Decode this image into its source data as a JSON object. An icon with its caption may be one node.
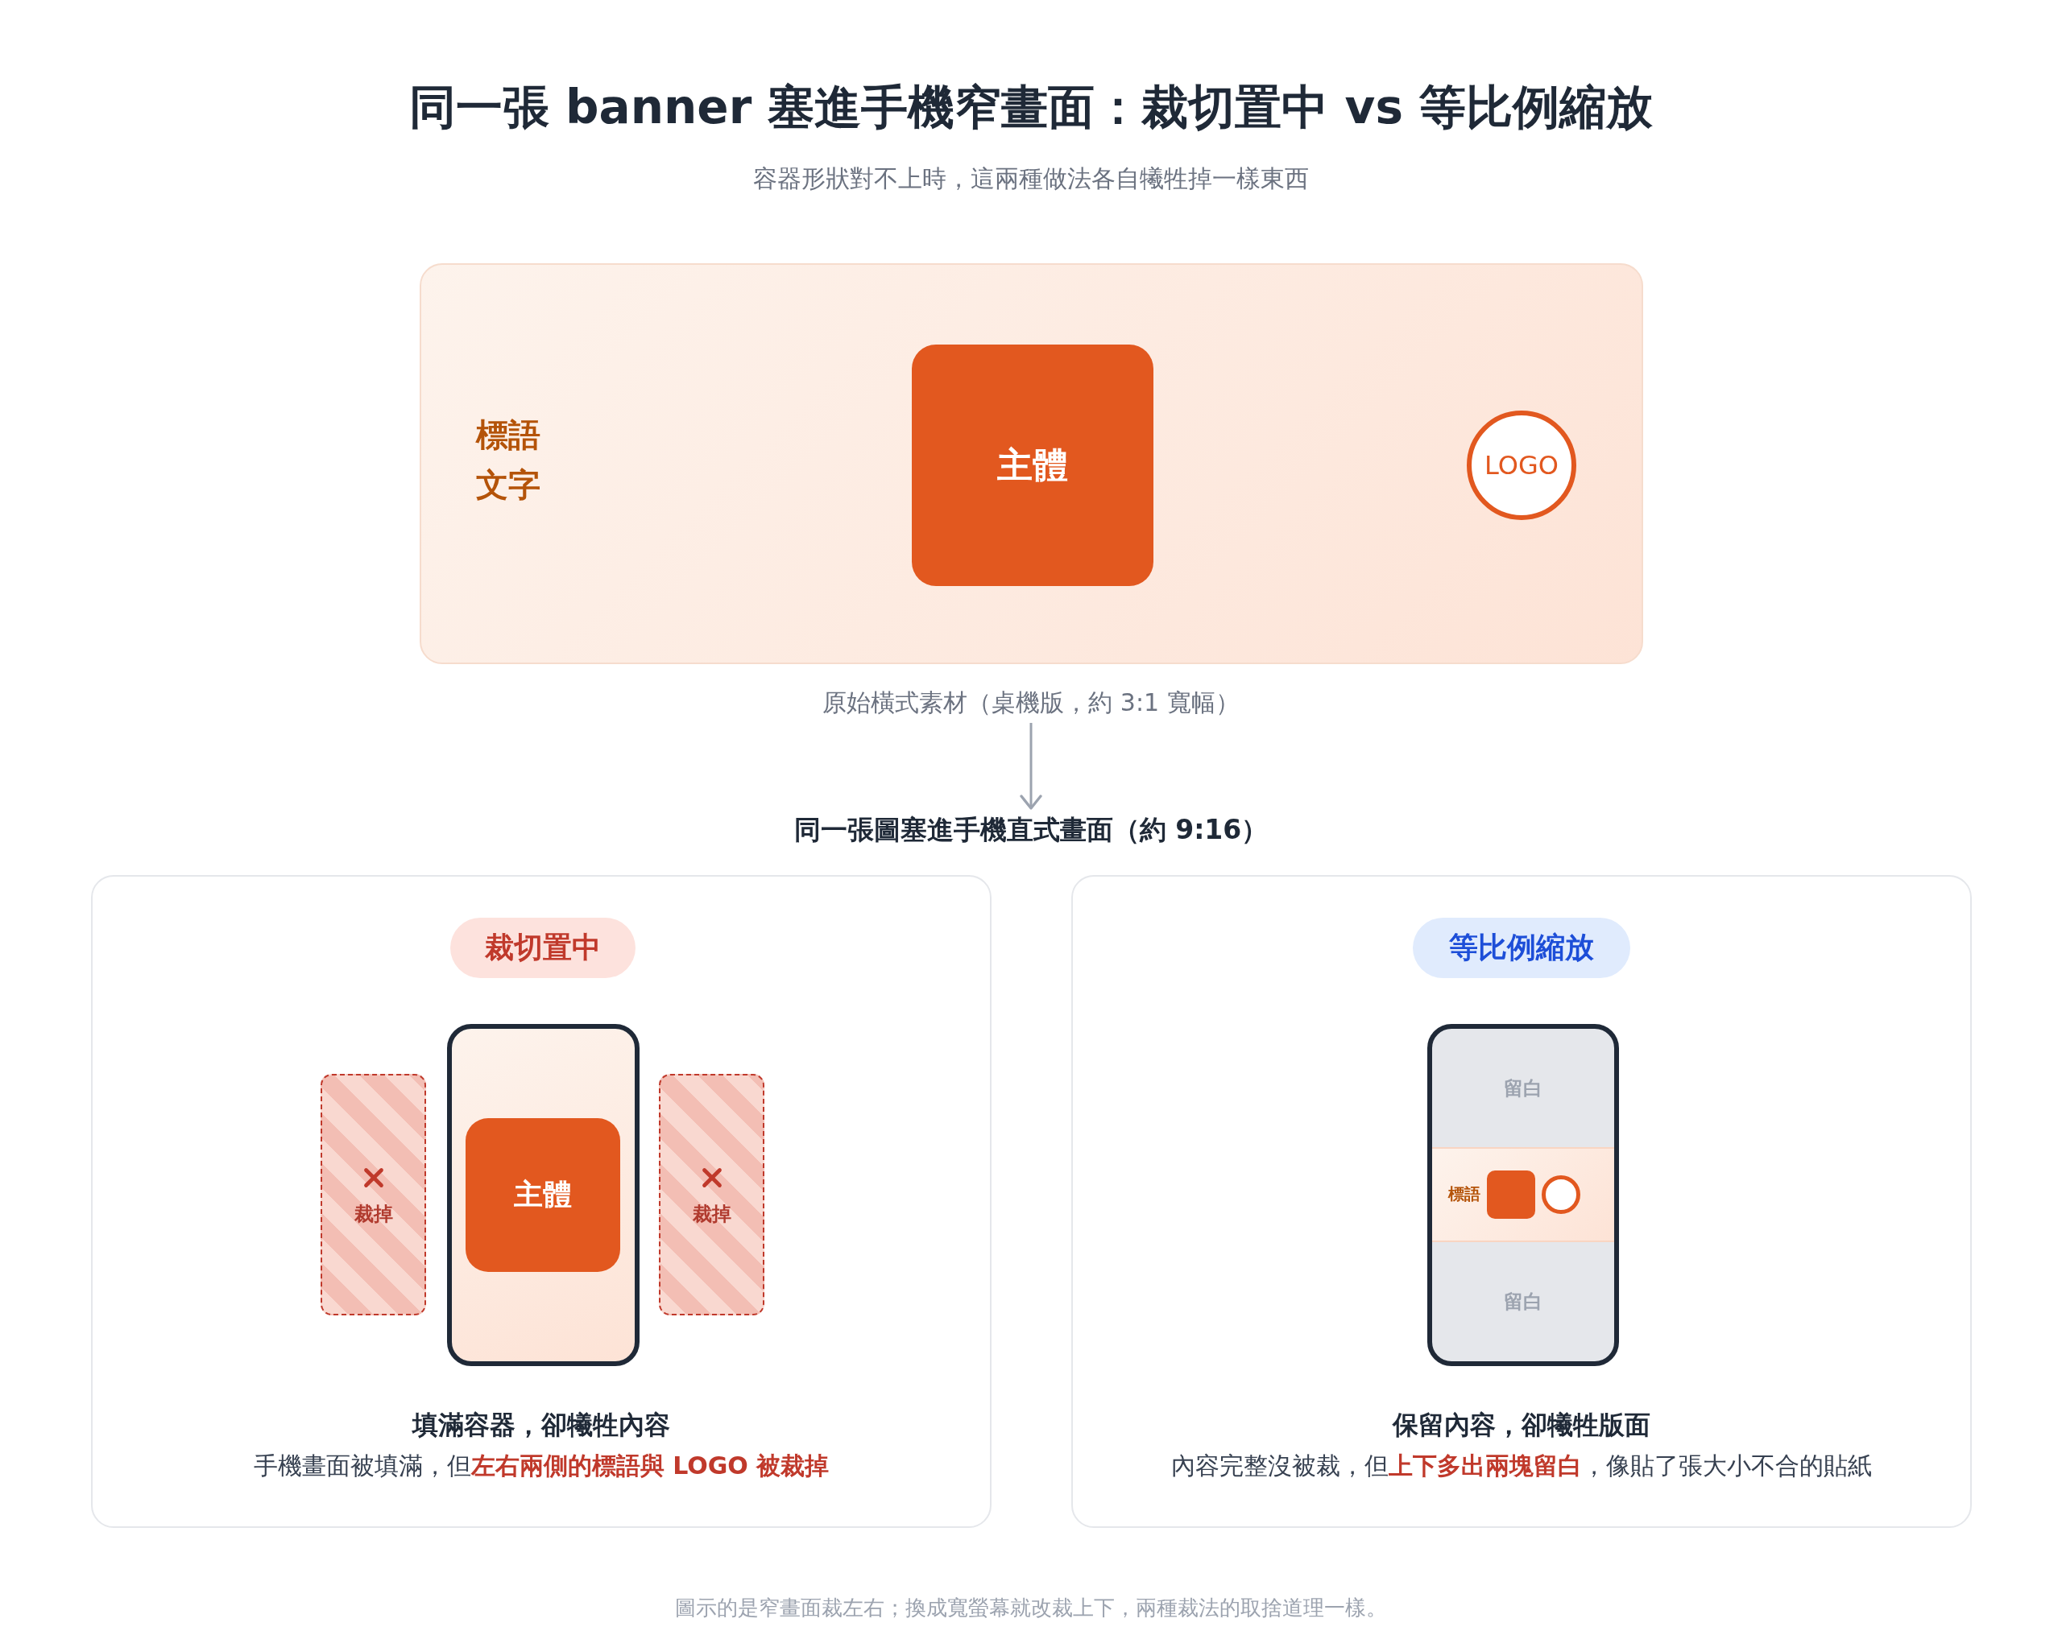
{
  "diagram": {
    "title": "同一張 banner 塞進手機窄畫面：裁切置中 vs 等比例縮放",
    "caption": "圖示的是窄畫面裁左右；換成寬螢幕就改裁上下，兩種裁法的取捨道理一樣。",
    "nodes": [
      {
        "text": [],
        "shape": "box"
      },
      {
        "text": [
          "主體"
        ],
        "in": 0
      },
      {
        "text": [
          "LOGO"
        ],
        "in": 0
      },
      {
        "text": [
          "原始橫式素材（桌機版，約 3:1 寬幅）"
        ]
      },
      {
        "text": [
          "同一張圖塞進手機直式畫面（約 9:16）"
        ]
      },
      {
        "text": [
          "填滿容器，卻犧牲內容",
          "手機畫面被填滿，但**左右兩側的標語與 LOGO 被裁掉**"
        ]
      },
      {
        "text": [
          "裁切置中"
        ],
        "in": 5
      },
      {
        "text": [
          "裁掉"
        ],
        "in": 5
      },
      {
        "text": [],
        "shape": "box",
        "in": 5
      },
      {
        "text": [
          "主體"
        ],
        "in": 8
      },
      {
        "text": [
          "裁掉"
        ],
        "in": 5
      },
      {
        "text": [
          "保留內容，卻犧牲版面",
          "內容完整沒被裁，但**上下多出兩塊留白**，像貼了張大小不合的貼紙"
        ]
      },
      {
        "text": [
          "等比例縮放"
        ],
        "in": 11
      },
      {
        "text": [],
        "shape": "box",
        "in": 11
      },
      {
        "text": [
          "留白"
        ],
        "in": 13
      },
      {
        "text": [
          "標語"
        ],
        "in": 13
      },
      {
        "text": [
          "留白"
        ],
        "in": 13
      }
    ],
    "edges": [
      {
        "from": 3,
        "to": 4,
        "arrow": "to"
      }
    ],
    "labels": [
      "容器形狀對不上時，這兩種做法各自犧牲掉一樣東西",
      "標語文字"
    ]
  }
}
